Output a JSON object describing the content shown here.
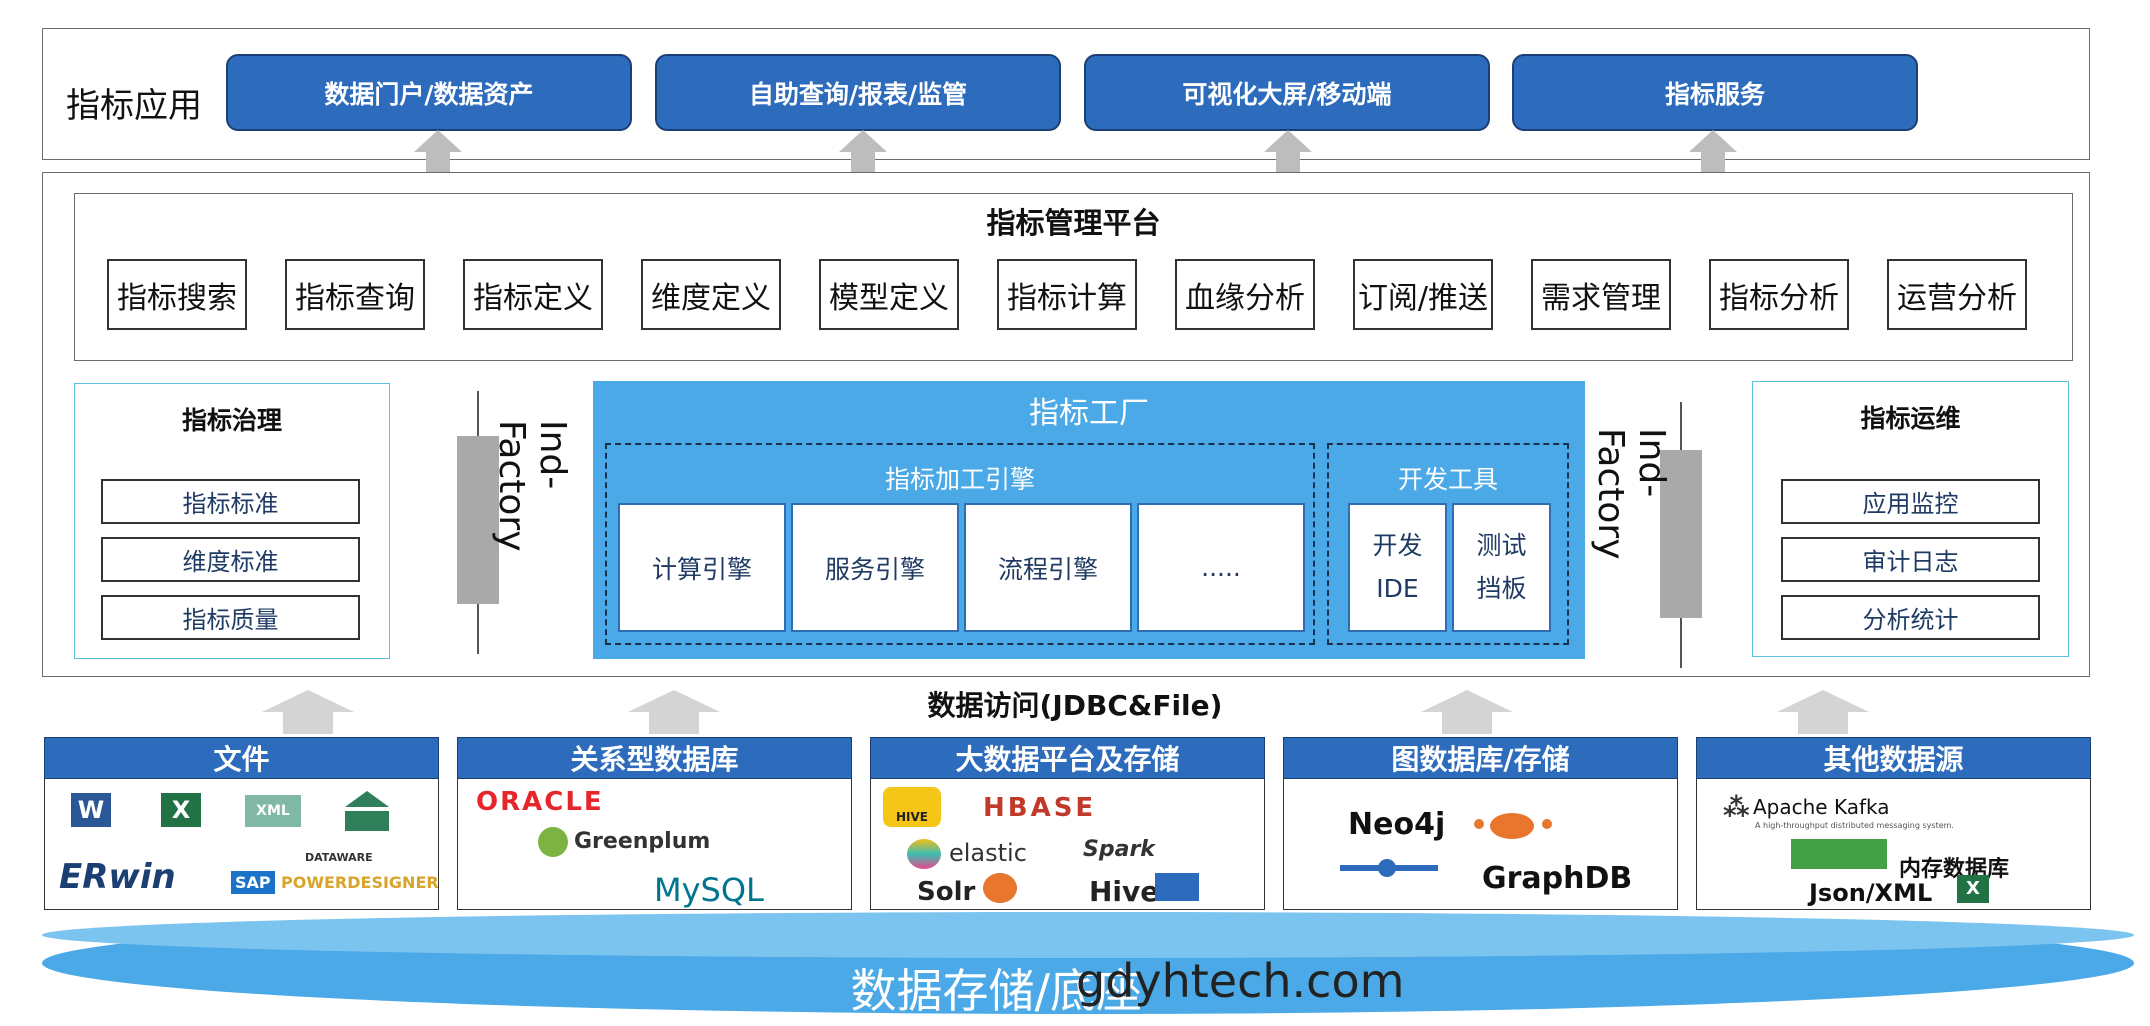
{
  "app_layer": {
    "label": "指标应用",
    "buttons": [
      "数据门户/数据资产",
      "自助查询/报表/监管",
      "可视化大屏/移动端",
      "指标服务"
    ]
  },
  "platform": {
    "title": "指标管理平台",
    "features": [
      "指标搜索",
      "指标查询",
      "指标定义",
      "维度定义",
      "模型定义",
      "指标计算",
      "血缘分析",
      "订阅/推送",
      "需求管理",
      "指标分析",
      "运营分析"
    ]
  },
  "governance": {
    "title": "指标治理",
    "items": [
      "指标标准",
      "维度标准",
      "指标质量"
    ]
  },
  "ops": {
    "title": "指标运维",
    "items": [
      "应用监控",
      "审计日志",
      "分析统计"
    ]
  },
  "ind_factory_label": "Ind-Factory",
  "factory": {
    "title": "指标工厂",
    "engine_group": {
      "title": "指标加工引擎",
      "engines": [
        "计算引擎",
        "服务引擎",
        "流程引擎",
        "....."
      ]
    },
    "dev_tools": {
      "title": "开发工具",
      "tools": [
        {
          "line1": "开发",
          "line2": "IDE"
        },
        {
          "line1": "测试",
          "line2": "挡板"
        }
      ]
    }
  },
  "data_access": "数据访问(JDBC&File)",
  "sources": [
    {
      "title": "文件",
      "logos": [
        "W",
        "X",
        "XML",
        "ERwin",
        "SAP",
        "DATAWARE",
        "POWERDESIGNER"
      ]
    },
    {
      "title": "关系型数据库",
      "logos": [
        "ORACLE",
        "Greenplum",
        "MySQL"
      ]
    },
    {
      "title": "大数据平台及存储",
      "logos": [
        "HIVE",
        "HBASE",
        "elastic",
        "Spark",
        "Solr",
        "Hive"
      ]
    },
    {
      "title": "图数据库/存储",
      "logos": [
        "Neo4j",
        "GraphDB"
      ]
    },
    {
      "title": "其他数据源",
      "logos": [
        "Apache Kafka",
        "内存数据库",
        "Json/XML"
      ]
    }
  ],
  "kafka_tagline": "A high-throughput distributed messaging system.",
  "storage_base": "数据存储/底座",
  "watermark": "gdyhtech.com",
  "colors": {
    "primary": "#2d6bbd",
    "factory": "#4aa9e6",
    "arrow": "#bdbdbd"
  }
}
